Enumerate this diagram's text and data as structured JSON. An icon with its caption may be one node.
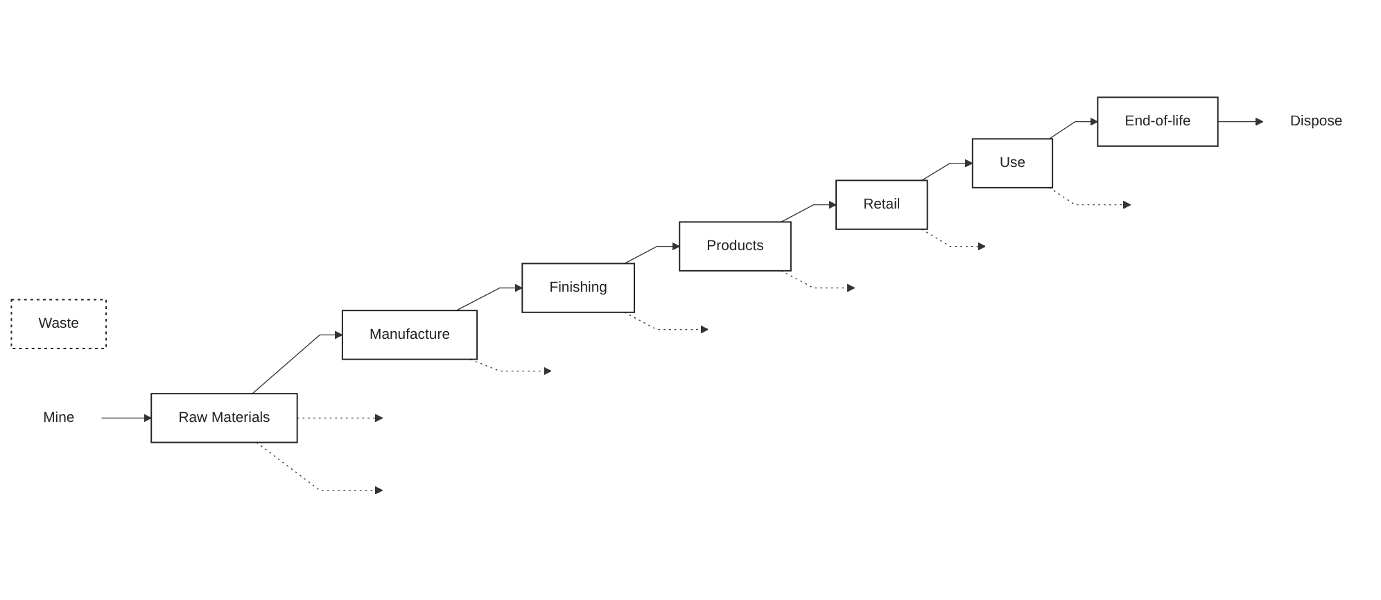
{
  "diagram": {
    "nodes": [
      {
        "text": [
          "Waste"
        ]
      },
      {
        "text": [
          "Raw Materials"
        ]
      },
      {
        "text": [
          "Manufacture"
        ]
      },
      {
        "text": [
          "Finishing"
        ]
      },
      {
        "text": [
          "Products"
        ]
      },
      {
        "text": [
          "Retail"
        ]
      },
      {
        "text": [
          "Use"
        ]
      },
      {
        "text": [
          "End-of-life"
        ]
      },
      {
        "text": [
          "Mine"
        ]
      },
      {
        "text": [
          "Dispose"
        ]
      }
    ],
    "edges": [
      {
        "from": 8,
        "to": 1,
        "arrow": "to"
      },
      {
        "from": 1,
        "to": 2,
        "arrow": "to"
      },
      {
        "from": 2,
        "to": 3,
        "arrow": "to"
      },
      {
        "from": 3,
        "to": 4,
        "arrow": "to"
      },
      {
        "from": 4,
        "to": 5,
        "arrow": "to"
      },
      {
        "from": 5,
        "to": 6,
        "arrow": "to"
      },
      {
        "from": 6,
        "to": 7,
        "arrow": "to"
      },
      {
        "from": 7,
        "to": 9,
        "arrow": "to"
      },
      {
        "from": 1,
        "to": null,
        "arrow": "to",
        "style": "dashed"
      },
      {
        "from": 1,
        "to": null,
        "arrow": "to",
        "style": "dashed"
      },
      {
        "from": 2,
        "to": null,
        "arrow": "to",
        "style": "dashed"
      },
      {
        "from": 3,
        "to": null,
        "arrow": "to",
        "style": "dashed"
      },
      {
        "from": 4,
        "to": null,
        "arrow": "to",
        "style": "dashed"
      },
      {
        "from": 5,
        "to": null,
        "arrow": "to",
        "style": "dashed"
      },
      {
        "from": 6,
        "to": null,
        "arrow": "to",
        "style": "dashed"
      }
    ]
  }
}
